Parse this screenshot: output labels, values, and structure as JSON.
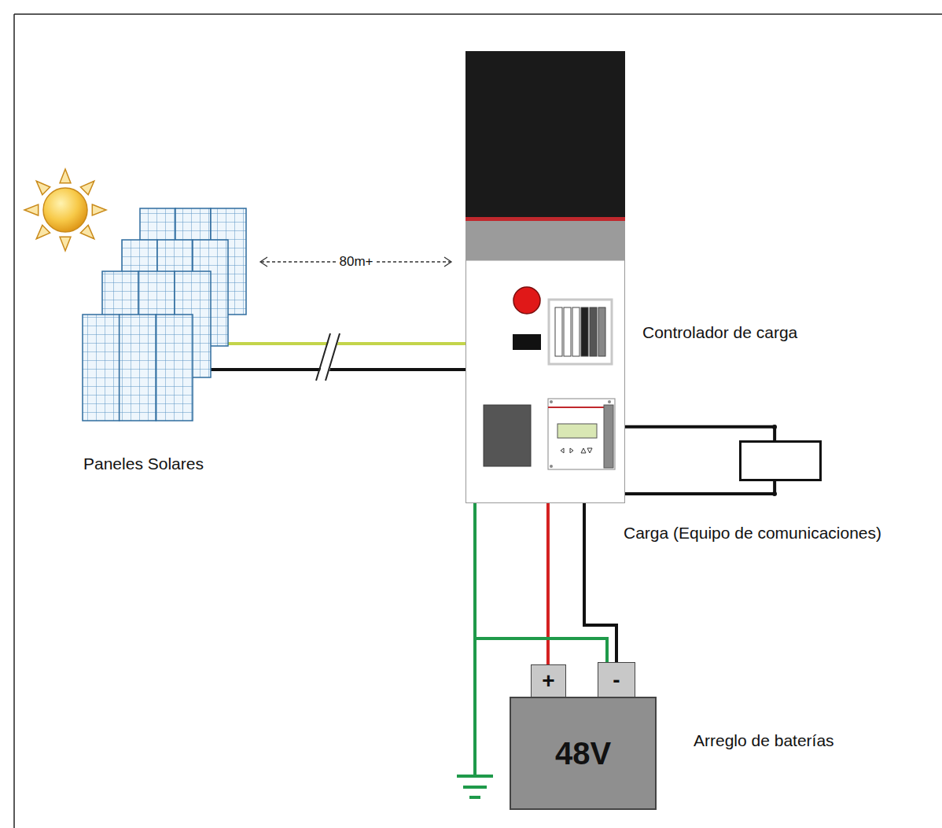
{
  "diagram": {
    "nodes": [
      {
        "text": [
          "Paneles Solares"
        ]
      },
      {
        "text": [
          "Controlador de carga"
        ]
      },
      {
        "text": [
          "Carga (Equipo de comunicaciones)"
        ]
      },
      {
        "text": [
          "+"
        ]
      },
      {
        "text": [
          "-"
        ]
      },
      {
        "text": [
          "48V",
          "Arreglo de baterías"
        ]
      }
    ],
    "edges": [
      {
        "from": 0,
        "to": 1,
        "arrow": "none"
      },
      {
        "from": 0,
        "to": 1,
        "arrow": "none"
      },
      {
        "from": 1,
        "to": 2,
        "arrow": "none"
      },
      {
        "from": 1,
        "to": 2,
        "arrow": "none"
      },
      {
        "from": 1,
        "to": 3,
        "arrow": "none"
      },
      {
        "from": 1,
        "to": 4,
        "arrow": "none"
      },
      {
        "from": 1,
        "to": 4,
        "arrow": "none"
      }
    ],
    "labels": [
      "80m+"
    ]
  }
}
